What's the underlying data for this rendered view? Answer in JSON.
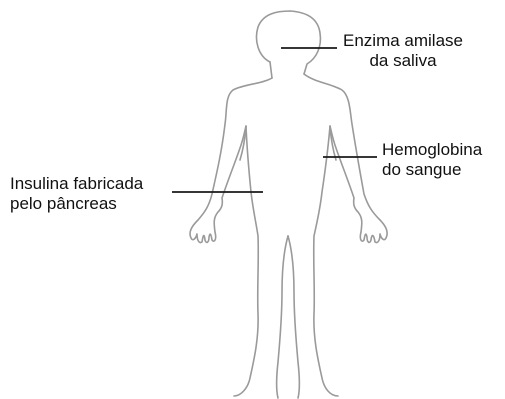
{
  "labels": {
    "enzyme": {
      "line1": "Enzima amilase",
      "line2": "da saliva"
    },
    "hemoglobin": {
      "line1": "Hemoglobina",
      "line2": "do sangue"
    },
    "insulin": {
      "line1": "Insulina fabricada",
      "line2": "pelo pâncreas"
    }
  },
  "colors": {
    "outline": "#9a9a9a",
    "leader": "#1a1a1a",
    "text": "#111111"
  }
}
